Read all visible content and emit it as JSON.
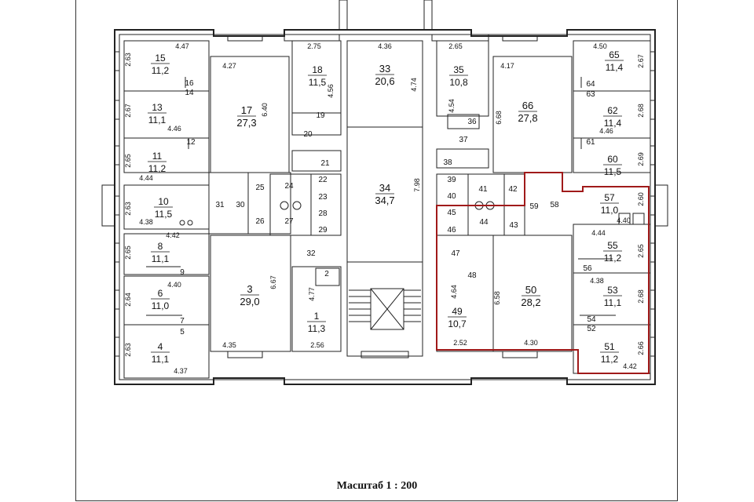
{
  "colors": {
    "wall": "#222222",
    "highlight": "#a01a1a",
    "text": "#111111"
  },
  "scale_caption": "Масштаб 1 : 200",
  "rooms": [
    {
      "id": "room-15",
      "num": "15",
      "area": "11,2"
    },
    {
      "id": "room-13",
      "num": "13",
      "area": "11,1"
    },
    {
      "id": "room-11",
      "num": "11",
      "area": "11,2"
    },
    {
      "id": "room-10",
      "num": "10",
      "area": "11,5"
    },
    {
      "id": "room-8",
      "num": "8",
      "area": "11,1"
    },
    {
      "id": "room-6",
      "num": "6",
      "area": "11,0"
    },
    {
      "id": "room-4",
      "num": "4",
      "area": "11,1"
    },
    {
      "id": "room-17",
      "num": "17",
      "area": "27,3"
    },
    {
      "id": "room-18",
      "num": "18",
      "area": "11,5"
    },
    {
      "id": "room-3",
      "num": "3",
      "area": "29,0"
    },
    {
      "id": "room-1",
      "num": "1",
      "area": "11,3"
    },
    {
      "id": "room-33",
      "num": "33",
      "area": "20,6"
    },
    {
      "id": "room-34",
      "num": "34",
      "area": "34,7"
    },
    {
      "id": "room-35",
      "num": "35",
      "area": "10,8"
    },
    {
      "id": "room-66",
      "num": "66",
      "area": "27,8"
    },
    {
      "id": "room-65",
      "num": "65",
      "area": "11,4"
    },
    {
      "id": "room-62",
      "num": "62",
      "area": "11,4"
    },
    {
      "id": "room-60",
      "num": "60",
      "area": "11,5"
    },
    {
      "id": "room-57",
      "num": "57",
      "area": "11,0"
    },
    {
      "id": "room-55",
      "num": "55",
      "area": "11,2"
    },
    {
      "id": "room-53",
      "num": "53",
      "area": "11,1"
    },
    {
      "id": "room-51",
      "num": "51",
      "area": "11,2"
    },
    {
      "id": "room-50",
      "num": "50",
      "area": "28,2"
    },
    {
      "id": "room-49",
      "num": "49",
      "area": "10,7"
    }
  ],
  "labels": [
    {
      "id": "l-2",
      "t": "2"
    },
    {
      "id": "l-5",
      "t": "5"
    },
    {
      "id": "l-7",
      "t": "7"
    },
    {
      "id": "l-9",
      "t": "9"
    },
    {
      "id": "l-12",
      "t": "12"
    },
    {
      "id": "l-14",
      "t": "14"
    },
    {
      "id": "l-16",
      "t": "16"
    },
    {
      "id": "l-19",
      "t": "19"
    },
    {
      "id": "l-20",
      "t": "20"
    },
    {
      "id": "l-21",
      "t": "21"
    },
    {
      "id": "l-22",
      "t": "22"
    },
    {
      "id": "l-23",
      "t": "23"
    },
    {
      "id": "l-24",
      "t": "24"
    },
    {
      "id": "l-25",
      "t": "25"
    },
    {
      "id": "l-26",
      "t": "26"
    },
    {
      "id": "l-27",
      "t": "27"
    },
    {
      "id": "l-28",
      "t": "28"
    },
    {
      "id": "l-29",
      "t": "29"
    },
    {
      "id": "l-30",
      "t": "30"
    },
    {
      "id": "l-31",
      "t": "31"
    },
    {
      "id": "l-32",
      "t": "32"
    },
    {
      "id": "l-36",
      "t": "36"
    },
    {
      "id": "l-37",
      "t": "37"
    },
    {
      "id": "l-38",
      "t": "38"
    },
    {
      "id": "l-39",
      "t": "39"
    },
    {
      "id": "l-40",
      "t": "40"
    },
    {
      "id": "l-41",
      "t": "41"
    },
    {
      "id": "l-42",
      "t": "42"
    },
    {
      "id": "l-43",
      "t": "43"
    },
    {
      "id": "l-44",
      "t": "44"
    },
    {
      "id": "l-45",
      "t": "45"
    },
    {
      "id": "l-46",
      "t": "46"
    },
    {
      "id": "l-47",
      "t": "47"
    },
    {
      "id": "l-48",
      "t": "48"
    },
    {
      "id": "l-52",
      "t": "52"
    },
    {
      "id": "l-54",
      "t": "54"
    },
    {
      "id": "l-56",
      "t": "56"
    },
    {
      "id": "l-58",
      "t": "58"
    },
    {
      "id": "l-59",
      "t": "59"
    },
    {
      "id": "l-61",
      "t": "61"
    },
    {
      "id": "l-63",
      "t": "63"
    },
    {
      "id": "l-64",
      "t": "64"
    }
  ],
  "dims": [
    {
      "id": "d1",
      "t": "4.47"
    },
    {
      "id": "d2",
      "t": "2.63"
    },
    {
      "id": "d3",
      "t": "4.27"
    },
    {
      "id": "d4",
      "t": "2.75"
    },
    {
      "id": "d5",
      "t": "4.36"
    },
    {
      "id": "d6",
      "t": "2.65"
    },
    {
      "id": "d7",
      "t": "4.50"
    },
    {
      "id": "d8",
      "t": "2.67"
    },
    {
      "id": "d9",
      "t": "4.17"
    },
    {
      "id": "d10",
      "t": "4.56"
    },
    {
      "id": "d11",
      "t": "4.74"
    },
    {
      "id": "d12",
      "t": "2.67"
    },
    {
      "id": "d13",
      "t": "6.40"
    },
    {
      "id": "d14",
      "t": "4.46"
    },
    {
      "id": "d15",
      "t": "4.54"
    },
    {
      "id": "d16",
      "t": "6.68"
    },
    {
      "id": "d17",
      "t": "2.68"
    },
    {
      "id": "d18",
      "t": "4.46"
    },
    {
      "id": "d19",
      "t": "2.65"
    },
    {
      "id": "d20",
      "t": "4.44"
    },
    {
      "id": "d21",
      "t": "2.69"
    },
    {
      "id": "d22",
      "t": "7.98"
    },
    {
      "id": "d23",
      "t": "2.63"
    },
    {
      "id": "d24",
      "t": "4.38"
    },
    {
      "id": "d25",
      "t": "2.60"
    },
    {
      "id": "d26",
      "t": "4.40"
    },
    {
      "id": "d27",
      "t": "4.42"
    },
    {
      "id": "d28",
      "t": "4.44"
    },
    {
      "id": "d29",
      "t": "2.65"
    },
    {
      "id": "d30",
      "t": "2.65"
    },
    {
      "id": "d31",
      "t": "6.67"
    },
    {
      "id": "d32",
      "t": "4.40"
    },
    {
      "id": "d33",
      "t": "4.38"
    },
    {
      "id": "d34",
      "t": "4.77"
    },
    {
      "id": "d35",
      "t": "4.64"
    },
    {
      "id": "d36",
      "t": "6.58"
    },
    {
      "id": "d37",
      "t": "2.64"
    },
    {
      "id": "d38",
      "t": "2.68"
    },
    {
      "id": "d39",
      "t": "2.63"
    },
    {
      "id": "d40",
      "t": "4.35"
    },
    {
      "id": "d41",
      "t": "2.56"
    },
    {
      "id": "d42",
      "t": "2.52"
    },
    {
      "id": "d43",
      "t": "4.30"
    },
    {
      "id": "d44",
      "t": "2.66"
    },
    {
      "id": "d45",
      "t": "4.37"
    },
    {
      "id": "d46",
      "t": "4.42"
    }
  ]
}
